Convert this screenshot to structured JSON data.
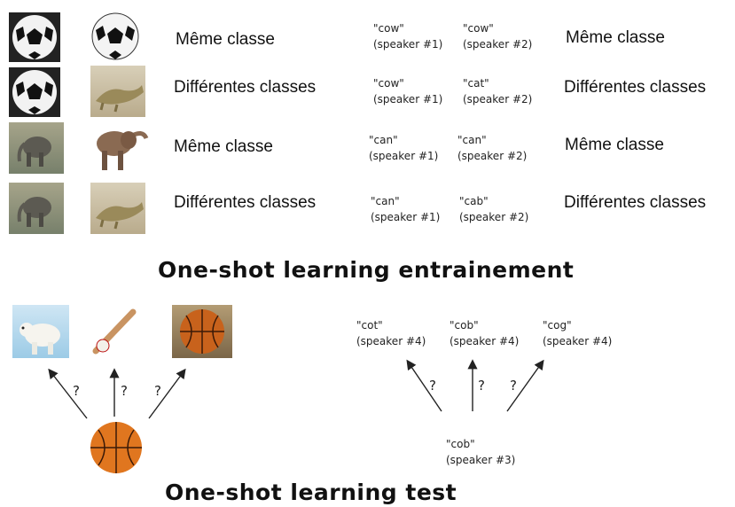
{
  "training": {
    "rows": [
      {
        "image_left": "soccer-ball",
        "image_right": "soccer-ball",
        "image_label": "Même classe",
        "word_a": "\"cow\"",
        "speaker_a": "(speaker #1)",
        "word_b": "\"cow\"",
        "speaker_b": "(speaker #2)",
        "word_label": "Même classe"
      },
      {
        "image_left": "soccer-ball",
        "image_right": "crocodile",
        "image_label": "Différentes classes",
        "word_a": "\"cow\"",
        "speaker_a": "(speaker #1)",
        "word_b": "\"cat\"",
        "speaker_b": "(speaker #2)",
        "word_label": "Différentes classes"
      },
      {
        "image_left": "elephant-photo",
        "image_right": "elephant",
        "image_label": "Même classe",
        "word_a": "\"can\"",
        "speaker_a": "(speaker #1)",
        "word_b": "\"can\"",
        "speaker_b": "(speaker #2)",
        "word_label": "Même classe"
      },
      {
        "image_left": "elephant-photo",
        "image_right": "crocodile",
        "image_label": "Différentes classes",
        "word_a": "\"can\"",
        "speaker_a": "(speaker #1)",
        "word_b": "\"cab\"",
        "speaker_b": "(speaker #2)",
        "word_label": "Différentes classes"
      }
    ],
    "heading": "One-shot learning entrainement"
  },
  "test": {
    "image_candidates": [
      "polar-bear",
      "baseball-bat",
      "basketball"
    ],
    "image_query": "basketball",
    "word_candidates": [
      {
        "word": "\"cot\"",
        "speaker": "(speaker #4)"
      },
      {
        "word": "\"cob\"",
        "speaker": "(speaker #4)"
      },
      {
        "word": "\"cog\"",
        "speaker": "(speaker #4)"
      }
    ],
    "word_query": {
      "word": "\"cob\"",
      "speaker": "(speaker #3)"
    },
    "question_mark": "?",
    "heading": "One-shot learning test"
  }
}
